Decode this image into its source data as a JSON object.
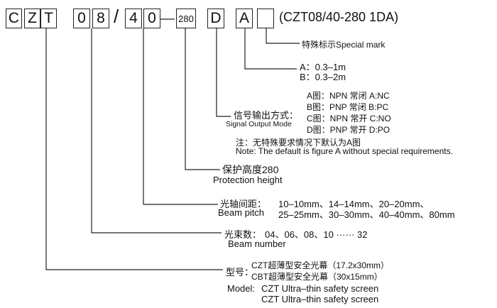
{
  "code": {
    "chars": [
      "C",
      "Z",
      "T",
      "0",
      "8",
      "4",
      "0",
      "280",
      "D",
      "A",
      ""
    ],
    "slash": "/",
    "model_full": "(CZT08/40-280 1DA)"
  },
  "special_mark": "特殊标示Special mark",
  "range": {
    "a": "A：0.3–1m",
    "b": "B：0.3–2m"
  },
  "signal": {
    "label_cn": "信号输出方式：",
    "label_en": "Signal Output Mode",
    "options": [
      "A图：NPN 常闭 A:NC",
      "B图：PNP 常闭 B:PC",
      "C图：NPN 常开 C:NO",
      "D图：PNP 常开 D:PO"
    ],
    "note_cn": "注：无特殊要求情况下默认为A图",
    "note_en": "Note: The default is figure A without special requirements."
  },
  "protection": {
    "label_cn": "保护高度280",
    "label_en": "Protection height"
  },
  "beam_pitch": {
    "label_cn": "光轴间距：",
    "label_en": "Beam pitch",
    "line1": "10–10mm、14–14mm、20–20mm、",
    "line2": "25–25mm、30–30mm、40–40mm、80mm"
  },
  "beam_number": {
    "label_cn": "光束数：",
    "values": "04、06、08、10 ······ 32",
    "label_en": "Beam number"
  },
  "model": {
    "label_cn": "型号：",
    "line1": "CZT超薄型安全光幕（17.2x30mm）",
    "line2": "CBT超薄型安全光幕（30x15mm）",
    "en_label": "Model:",
    "en_line1": "CZT Ultra–thin safety screen",
    "en_line2": "CZT Ultra–thin safety screen"
  }
}
